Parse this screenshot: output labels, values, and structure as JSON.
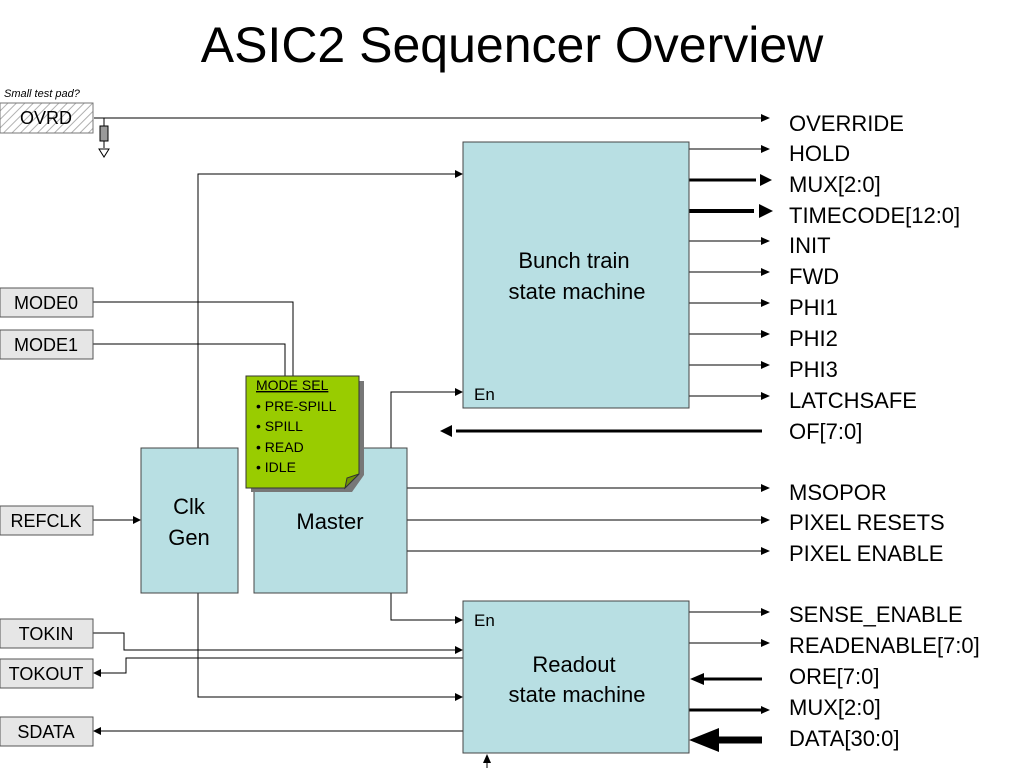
{
  "title": "ASIC2 Sequencer Overview",
  "note": "Small test pad?",
  "pads": {
    "ovrd": "OVRD",
    "mode0": "MODE0",
    "mode1": "MODE1",
    "refclk": "REFCLK",
    "tokin": "TOKIN",
    "tokout": "TOKOUT",
    "sdata": "SDATA"
  },
  "blocks": {
    "bunch_train_l1": "Bunch train",
    "bunch_train_l2": "state machine",
    "readout_l1": "Readout",
    "readout_l2": "state machine",
    "clkgen_l1": "Clk",
    "clkgen_l2": "Gen",
    "master": "Master",
    "en": "En"
  },
  "mode_sel": {
    "heading": "MODE SEL",
    "items": [
      "• PRE-SPILL",
      "• SPILL",
      "• READ",
      "• IDLE"
    ]
  },
  "signals": {
    "override": "OVERRIDE",
    "hold": "HOLD",
    "mux_bt": "MUX[2:0]",
    "timecode": "TIMECODE[12:0]",
    "init": "INIT",
    "fwd": "FWD",
    "phi1": "PHI1",
    "phi2": "PHI2",
    "phi3": "PHI3",
    "latchsafe": "LATCHSAFE",
    "of": "OF[7:0]",
    "msopor": "MSOPOR",
    "pixel_resets": "PIXEL RESETS",
    "pixel_enable": "PIXEL ENABLE",
    "sense_enable": "SENSE_ENABLE",
    "readenable": "READENABLE[7:0]",
    "ore": "ORE[7:0]",
    "mux_ro": "MUX[2:0]",
    "data": "DATA[30:0]"
  },
  "colors": {
    "block_fill": "#b8dfe3",
    "mode_sel_fill": "#99cc00",
    "pad_fill": "#e6e6e6",
    "line": "#000000"
  }
}
